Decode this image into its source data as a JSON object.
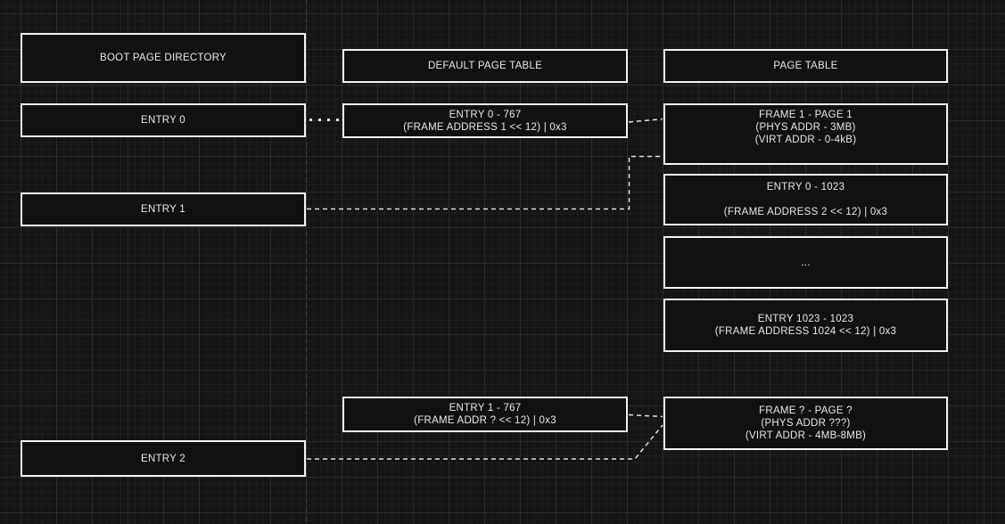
{
  "colors": {
    "background": "#151515",
    "grid_major": "#2b2b2b",
    "grid_minor": "#1d1d1d",
    "box_fill": "#111111",
    "box_border": "#f2f2f2",
    "text": "#e8e8e8",
    "connector": "#e0e0e0",
    "guide_line": "#454545"
  },
  "columns": {
    "boot_page_directory": {
      "header": "BOOT PAGE DIRECTORY"
    },
    "default_page_table": {
      "header": "DEFAULT PAGE TABLE"
    },
    "page_table": {
      "header": "PAGE TABLE"
    }
  },
  "nodes": {
    "entry_0": {
      "lines": [
        "ENTRY 0"
      ]
    },
    "entry_1": {
      "lines": [
        "ENTRY 1"
      ]
    },
    "entry_2": {
      "lines": [
        "ENTRY 2"
      ]
    },
    "entry_0_767": {
      "lines": [
        "ENTRY 0 - 767",
        "(FRAME ADDRESS 1 << 12) | 0x3"
      ]
    },
    "entry_1_767": {
      "lines": [
        "ENTRY 1 - 767",
        "(FRAME ADDR ? << 12)  | 0x3"
      ]
    },
    "frame_1_page_1": {
      "lines": [
        "FRAME 1 - PAGE 1",
        "(PHYS ADDR - 3MB)",
        "(VIRT ADDR - 0-4kB)"
      ]
    },
    "entry_0_1023": {
      "lines": [
        "ENTRY 0 - 1023",
        "",
        "(FRAME ADDRESS 2 << 12) | 0x3"
      ]
    },
    "ellipsis": {
      "lines": [
        "..."
      ]
    },
    "entry_1023_1023": {
      "lines": [
        "ENTRY 1023 - 1023",
        "(FRAME ADDRESS 1024 << 12) | 0x3"
      ]
    },
    "frame_q_page_q": {
      "lines": [
        "FRAME ? - PAGE ?",
        "(PHYS ADDR ???)",
        "(VIRT ADDR - 4MB-8MB)"
      ]
    }
  },
  "connectors": [
    {
      "from": "entry_0",
      "to": "entry_0_767",
      "style": "dotted"
    },
    {
      "from": "entry_0_767",
      "to": "frame_1_page_1",
      "style": "dashed"
    },
    {
      "from": "entry_1",
      "to": "frame_1_page_1",
      "style": "dashed"
    },
    {
      "from": "entry_1_767",
      "to": "frame_q_page_q",
      "style": "dashed"
    },
    {
      "from": "entry_2",
      "to": "frame_q_page_q",
      "style": "dashed"
    }
  ]
}
